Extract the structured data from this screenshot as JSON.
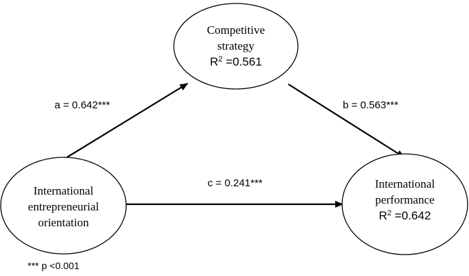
{
  "nodes": {
    "competitive_strategy": {
      "lines": [
        "Competitive",
        "strategy"
      ],
      "r2_label": "R",
      "r2_sup": "2",
      "r2_value": " =0.561"
    },
    "international_eo": {
      "lines": [
        "International",
        "entrepreneurial",
        "orientation"
      ]
    },
    "international_performance": {
      "lines": [
        "International",
        "performance"
      ],
      "r2_label": "R",
      "r2_sup": "2",
      "r2_value": " =0.642"
    }
  },
  "paths": {
    "a": "a = 0.642***",
    "b": "b = 0.563***",
    "c": "c = 0.241***"
  },
  "footnote": "*** p <0.001",
  "colors": {
    "stroke": "#000000",
    "background": "#ffffff"
  }
}
